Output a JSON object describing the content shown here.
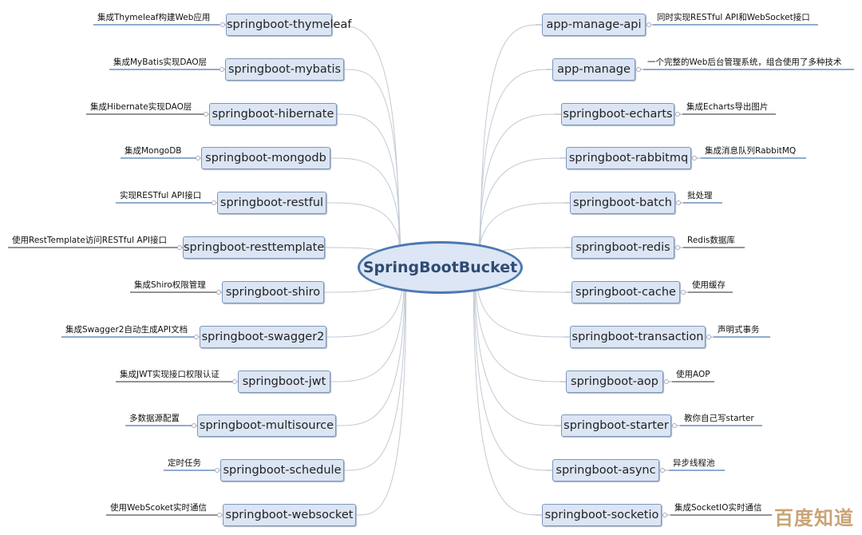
{
  "root": "SpringBootBucket",
  "left": [
    {
      "name": "springboot-thymeleaf",
      "note": "集成Thymeleaf构建Web应用"
    },
    {
      "name": "springboot-mybatis",
      "note": "集成MyBatis实现DAO层"
    },
    {
      "name": "springboot-hibernate",
      "note": "集成Hibernate实现DAO层"
    },
    {
      "name": "springboot-mongodb",
      "note": "集成MongoDB"
    },
    {
      "name": "springboot-restful",
      "note": "实现RESTful API接口"
    },
    {
      "name": "springboot-resttemplate",
      "note": "使用RestTemplate访问RESTful API接口"
    },
    {
      "name": "springboot-shiro",
      "note": "集成Shiro权限管理"
    },
    {
      "name": "springboot-swagger2",
      "note": "集成Swagger2自动生成API文档"
    },
    {
      "name": "springboot-jwt",
      "note": "集成JWT实现接口权限认证"
    },
    {
      "name": "springboot-multisource",
      "note": "多数据源配置"
    },
    {
      "name": "springboot-schedule",
      "note": "定时任务"
    },
    {
      "name": "springboot-websocket",
      "note": "使用WebScoket实时通信"
    }
  ],
  "right": [
    {
      "name": "app-manage-api",
      "note": "同时实现RESTful API和WebSocket接口"
    },
    {
      "name": "app-manage",
      "note": "一个完整的Web后台管理系统，组合使用了多种技术"
    },
    {
      "name": "springboot-echarts",
      "note": "集成Echarts导出图片"
    },
    {
      "name": "springboot-rabbitmq",
      "note": "集成消息队列RabbitMQ"
    },
    {
      "name": "springboot-batch",
      "note": "批处理"
    },
    {
      "name": "springboot-redis",
      "note": "Redis数据库"
    },
    {
      "name": "springboot-cache",
      "note": "使用缓存"
    },
    {
      "name": "springboot-transaction",
      "note": "声明式事务"
    },
    {
      "name": "springboot-aop",
      "note": "使用AOP"
    },
    {
      "name": "springboot-starter",
      "note": "教你自己写starter"
    },
    {
      "name": "springboot-async",
      "note": "异步线程池"
    },
    {
      "name": "springboot-socketio",
      "note": "集成SocketIO实时通信"
    }
  ],
  "watermark": "百度知道"
}
